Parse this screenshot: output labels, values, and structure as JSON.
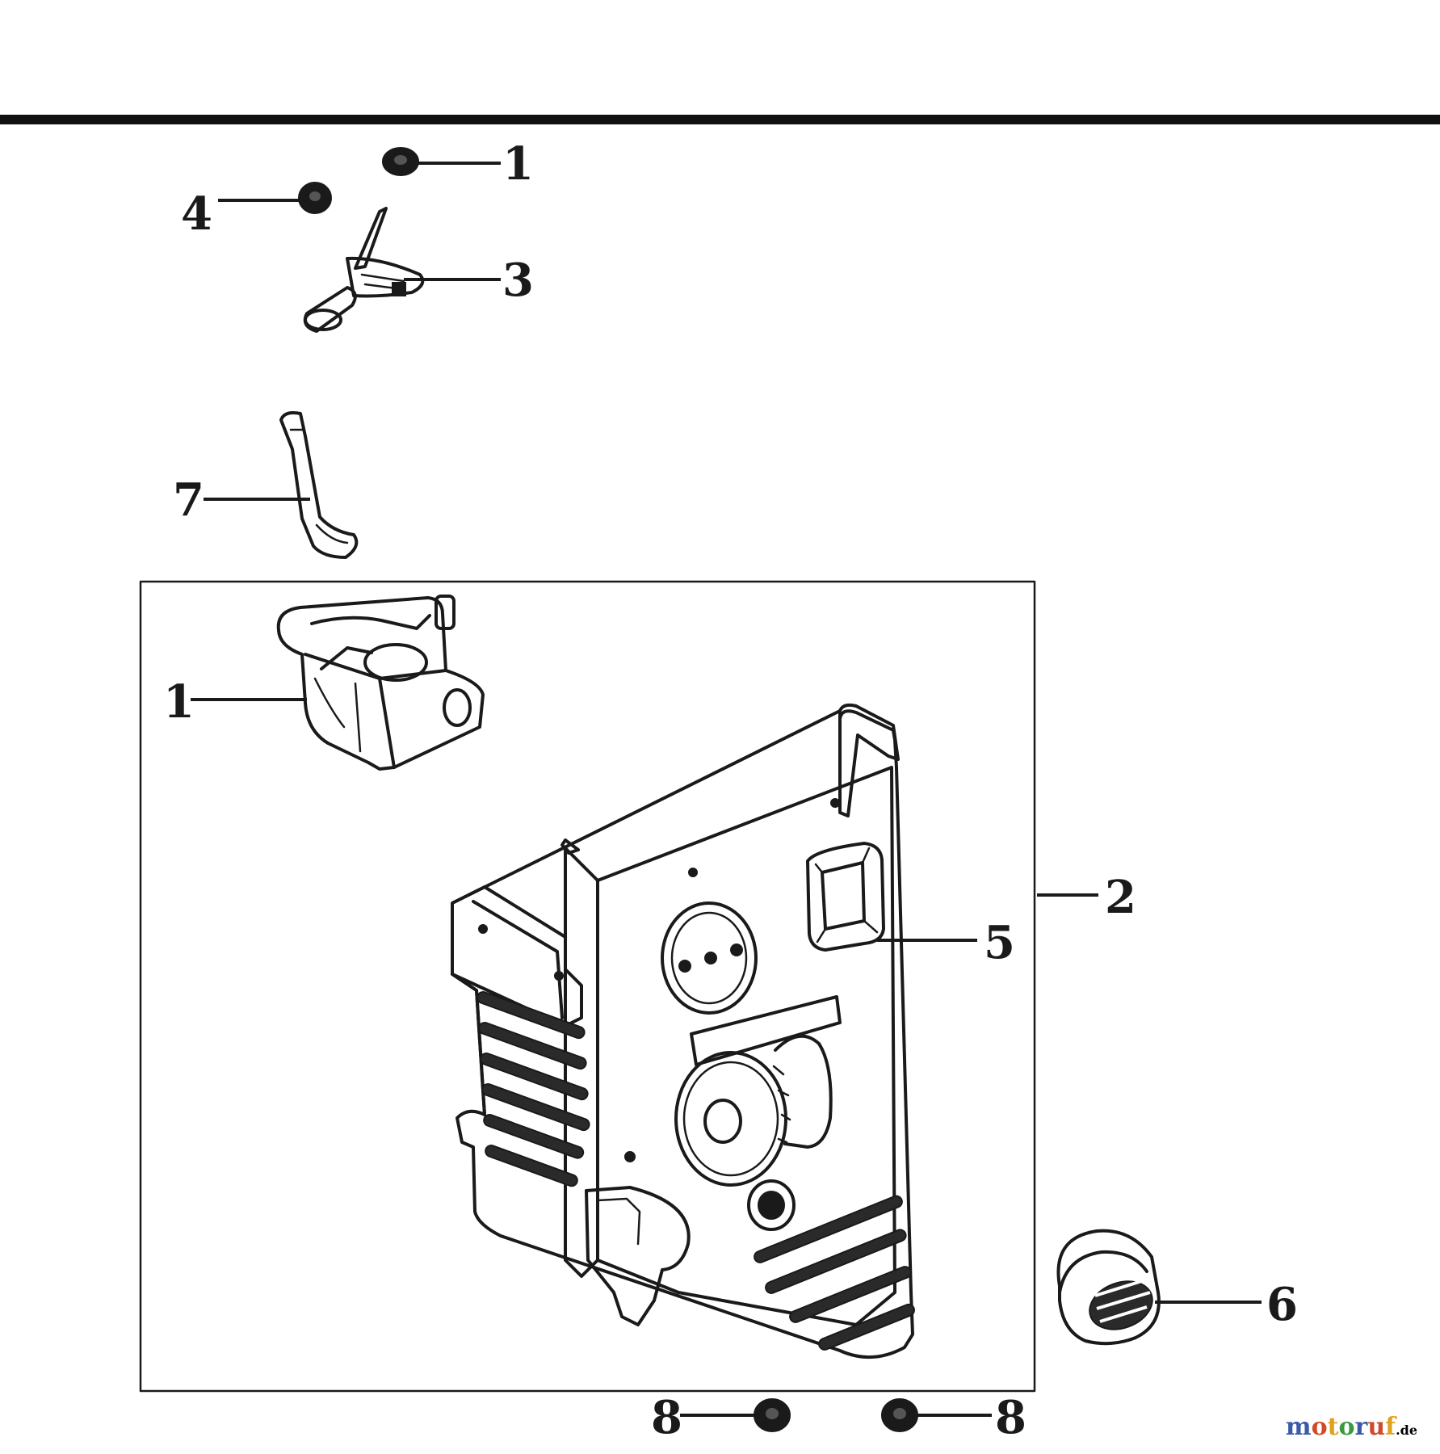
{
  "watermark": {
    "text": "motoruf",
    "suffix": ".de",
    "colors": [
      "#3b5aa8",
      "#d04a2a",
      "#e0a020",
      "#3a9a40",
      "#3b5aa8",
      "#d04a2a",
      "#e0a020"
    ]
  },
  "callouts": [
    {
      "id": "c1a",
      "label": "1"
    },
    {
      "id": "c4",
      "label": "4"
    },
    {
      "id": "c3",
      "label": "3"
    },
    {
      "id": "c7",
      "label": "7"
    },
    {
      "id": "c1b",
      "label": "1"
    },
    {
      "id": "c2",
      "label": "2"
    },
    {
      "id": "c5",
      "label": "5"
    },
    {
      "id": "c6",
      "label": "6"
    },
    {
      "id": "c8a",
      "label": "8"
    },
    {
      "id": "c8b",
      "label": "8"
    }
  ]
}
